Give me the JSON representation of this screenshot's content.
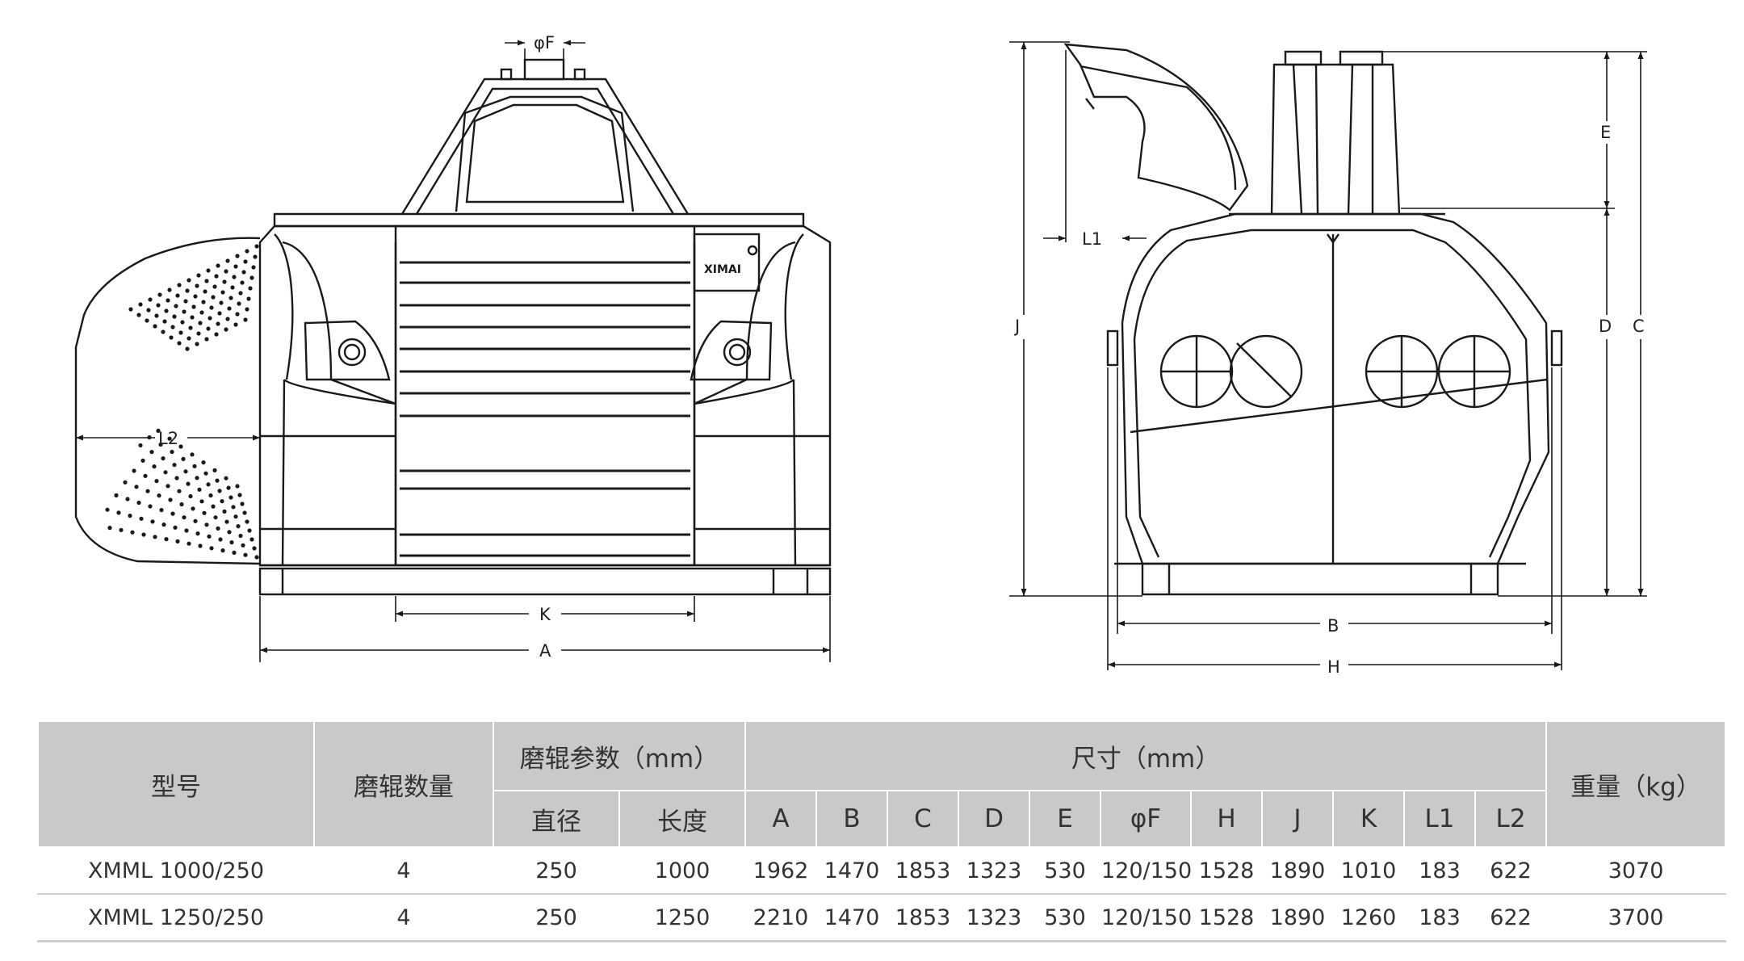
{
  "dimension_labels": {
    "phiF": "φF",
    "L2": "L2",
    "K": "K",
    "A": "A",
    "J": "J",
    "L1": "L1",
    "E": "E",
    "D": "D",
    "C": "C",
    "B": "B",
    "H": "H"
  },
  "brand_logo": "XIMAI",
  "table": {
    "header": {
      "model": "型号",
      "roll_count": "磨辊数量",
      "roll_params": "磨辊参数（mm）",
      "roll_diameter": "直径",
      "roll_length": "长度",
      "dimensions": "尺寸（mm）",
      "weight": "重量（kg）",
      "dim_cols": [
        "A",
        "B",
        "C",
        "D",
        "E",
        "φF",
        "H",
        "J",
        "K",
        "L1",
        "L2"
      ]
    },
    "rows": [
      {
        "model": "XMML 1000/250",
        "roll_count": "4",
        "diameter": "250",
        "length": "1000",
        "dims": [
          "1962",
          "1470",
          "1853",
          "1323",
          "530",
          "120/150",
          "1528",
          "1890",
          "1010",
          "183",
          "622"
        ],
        "weight": "3070"
      },
      {
        "model": "XMML 1250/250",
        "roll_count": "4",
        "diameter": "250",
        "length": "1250",
        "dims": [
          "2210",
          "1470",
          "1853",
          "1323",
          "530",
          "120/150",
          "1528",
          "1890",
          "1260",
          "183",
          "622"
        ],
        "weight": "3700"
      }
    ]
  }
}
